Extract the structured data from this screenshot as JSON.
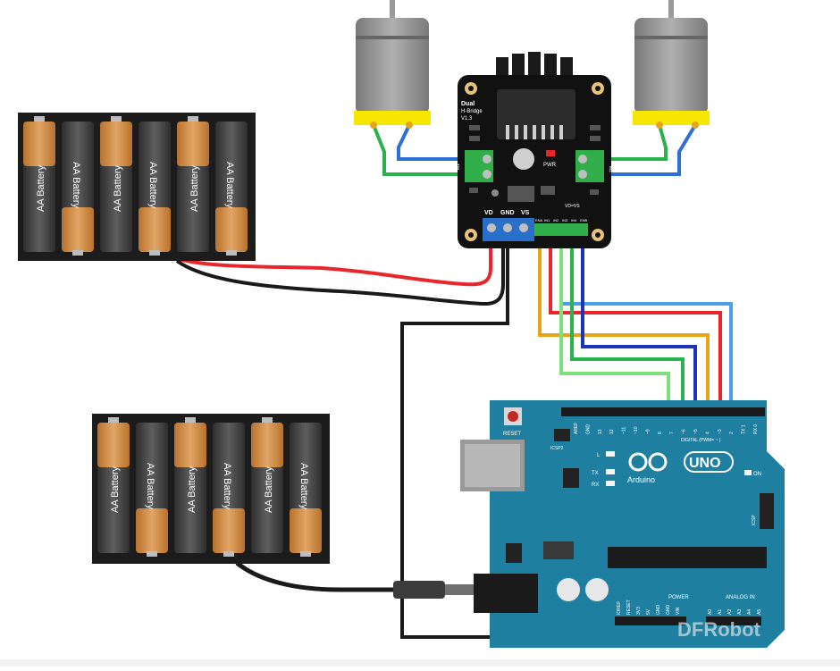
{
  "battery_packs": {
    "label": "AA Battery",
    "cell_count": 6
  },
  "driver_board": {
    "title_line1": "Dual",
    "title_line2": "H-Bridge",
    "title_line3": "V1.3",
    "pwr_label": "PWR",
    "power_terminal_labels": [
      "VD",
      "GND",
      "VS"
    ],
    "header_pins": [
      "ENA",
      "IN1",
      "IN2",
      "IN3",
      "IN4",
      "ENB"
    ],
    "motor_terminal_left": "M1",
    "motor_terminal_right": "M2",
    "vd_vs_label": "VD=VS"
  },
  "arduino": {
    "reset_label": "RESET",
    "icsp2_label": "ICSP2",
    "icsp_label": "ICSP",
    "brand": "Arduino",
    "model": "UNO",
    "tx_label": "TX",
    "rx_label": "RX",
    "l_label": "L",
    "on_label": "ON",
    "digital_label": "DIGITAL (PWM= ~ )",
    "power_label": "POWER",
    "analog_label": "ANALOG IN",
    "digital_pins": [
      "AREF",
      "GND",
      "13",
      "12",
      "~11",
      "~10",
      "~9",
      "8",
      "7",
      "~6",
      "~5",
      "4",
      "~3",
      "2",
      "TX 1",
      "RX 0"
    ],
    "power_pins": [
      "IOREF",
      "RESET",
      "3V3",
      "5V",
      "GND",
      "GND",
      "VIN"
    ],
    "analog_pins": [
      "A0",
      "A1",
      "A2",
      "A3",
      "A4",
      "A5"
    ]
  },
  "watermark": "DFRobot",
  "colors": {
    "arduino": "#1f7fa0",
    "board": "#111111",
    "wire_red": "#e8262c",
    "wire_black": "#1a1a1a",
    "wire_blue": "#2d6fd6",
    "wire_orange": "#e8a317",
    "wire_green": "#2bb24c",
    "wire_lightgreen": "#7ee07a",
    "wire_navy": "#1e34b8",
    "wire_lightblue": "#4a9fe8",
    "motor": "#8c8c8c",
    "motor_yellow": "#f6e600",
    "battery_copper": "#d08a3f",
    "battery_dark": "#4a4a4a",
    "terminal_blue": "#2a6fc7",
    "terminal_green": "#2fae49"
  }
}
